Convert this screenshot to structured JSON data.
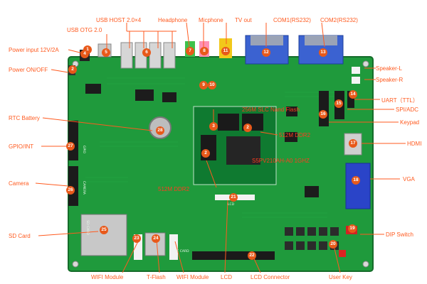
{
  "labels": {
    "usb_host": "USB  HOST 2.0×4",
    "headphone": "Headphone",
    "micphone": "Micphone",
    "tv_out": "TV out",
    "com1": "COM1(RS232)",
    "com2": "COM2(RS232)",
    "usb_otg": "USB OTG 2.0",
    "power_input": "Power input 12V/2A",
    "power_onoff": "Power ON/OFF",
    "speaker_l": "Speaker-L",
    "speaker_r": "Speaker-R",
    "uart": "UART（TTL）",
    "spi_adc": "SPI/ADC",
    "keypad": "Keypad",
    "rtc_battery": "RTC Battery",
    "gpio_int": "GPIO/INT",
    "hdmi": "HDMI",
    "camera": "Camera",
    "vga": "VGA",
    "sd_card": "SD  Card",
    "dip_switch": "DIP Switch",
    "wifi_module_left": "WIFI Module",
    "tflash": "T-Flash",
    "wifi_module_right": "WIFI Module",
    "lcd": "LCD",
    "lcd_connector": "LCD Connector",
    "user_key": "User Key",
    "nand_flash": "256M SLC Nand Flash",
    "ddr2_right": "512M  DDR2",
    "cpu": "S5PV210AH-A0 1GHZ",
    "ddr2_left": "512M  DDR2"
  },
  "badges": [
    "1",
    "2",
    "3",
    "4",
    "5",
    "6",
    "7",
    "8",
    "9",
    "10",
    "11",
    "12",
    "13",
    "14",
    "15",
    "16",
    "17",
    "18",
    "19",
    "20",
    "21",
    "22",
    "23",
    "24",
    "25",
    "26",
    "27",
    "28",
    "2",
    "2"
  ],
  "silk": {
    "gpio": "GPIO",
    "camera": "CAMERA",
    "lcd": "LCD",
    "sd": "SD CARD",
    "tf": "TF CARD"
  },
  "colors": {
    "pcb": "#1f9a3c",
    "label": "#ff5a1f",
    "badge": "#e8591a",
    "vga": "#2a44c8"
  }
}
